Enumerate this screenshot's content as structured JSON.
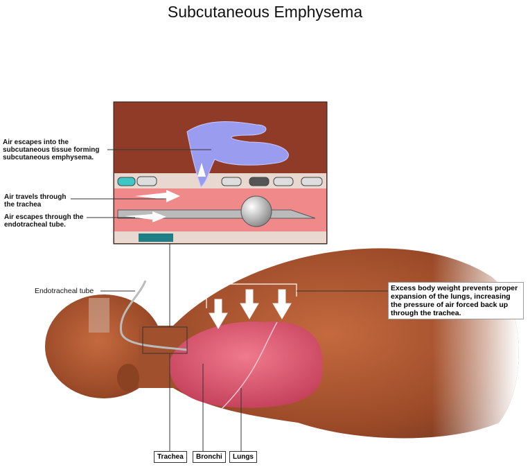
{
  "title": "Subcutaneous Emphysema",
  "inset_labels": [
    "Air escapes into the subcutaneous tissue forming subcutaneous emphysema.",
    "Air travels through the trachea",
    "Air escapes through the endotracheal tube."
  ],
  "endotracheal_label": "Endotracheal tube",
  "callout": "Excess body weight prevents proper expansion of the lungs, increasing the pressure of air forced back up through the trachea.",
  "bottom_labels": [
    "Trachea",
    "Bronchi",
    "Lungs"
  ],
  "colors": {
    "skin": "#a5522e",
    "muscle": "#8e3a26",
    "air": "#9a9cf0",
    "lung": "#d9506a",
    "trachea": "#f08a8a"
  }
}
